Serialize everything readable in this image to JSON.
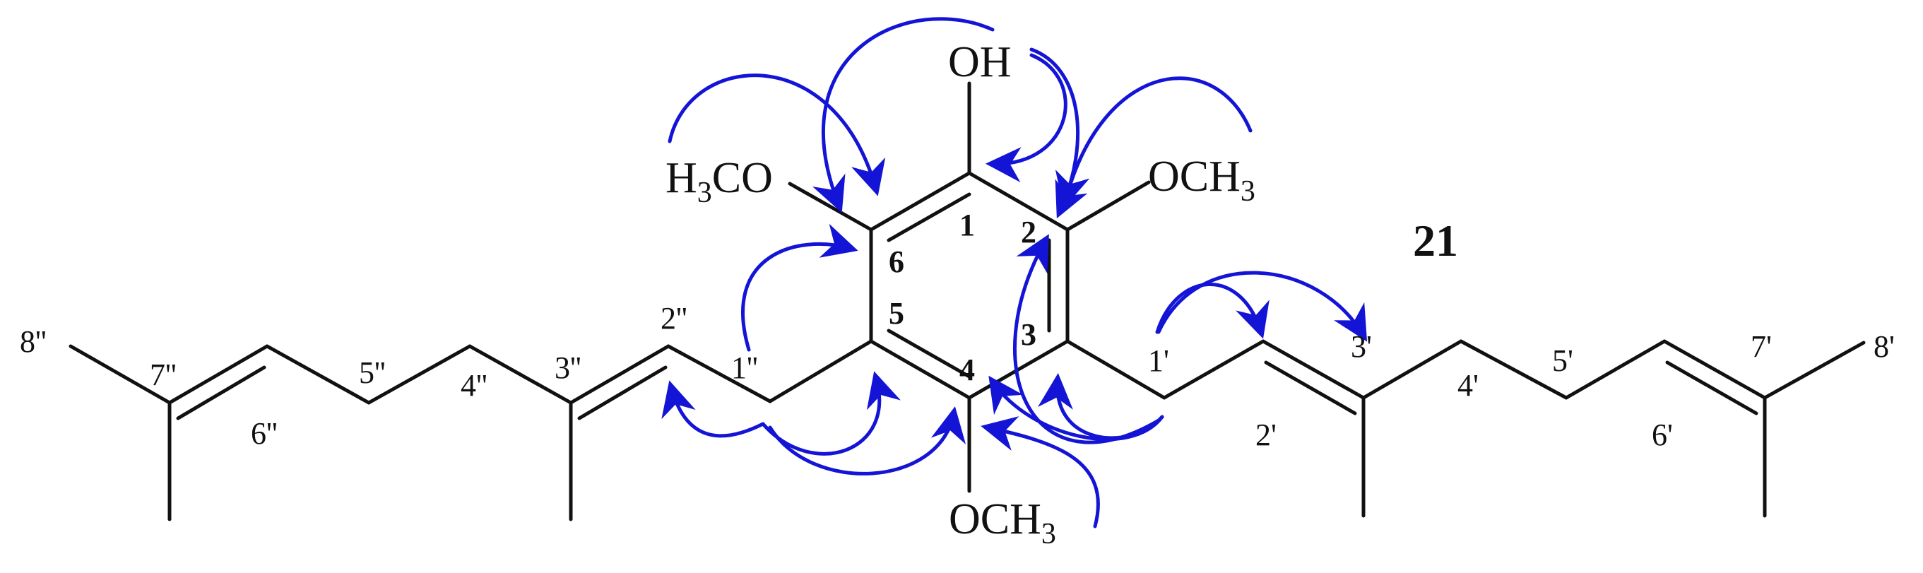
{
  "compound_label": "21",
  "substituents": {
    "hydroxyl": "OH",
    "methoxy_left": {
      "main": "H",
      "sub": "3",
      "rest": "CO"
    },
    "methoxy_right": {
      "main": "OCH",
      "sub": "3"
    },
    "methoxy_bottom": {
      "main": "OCH",
      "sub": "3"
    }
  },
  "ring_numbers": [
    "1",
    "2",
    "3",
    "4",
    "5",
    "6"
  ],
  "chain_right_numbers": [
    "1'",
    "2'",
    "3'",
    "4'",
    "5'",
    "6'",
    "7'",
    "8'"
  ],
  "chain_left_numbers": [
    "1''",
    "2''",
    "3''",
    "4''",
    "5''",
    "6''",
    "7''",
    "8''"
  ],
  "colors": {
    "bonds": "#111111",
    "hmbc_arrows": "#1414d6"
  }
}
